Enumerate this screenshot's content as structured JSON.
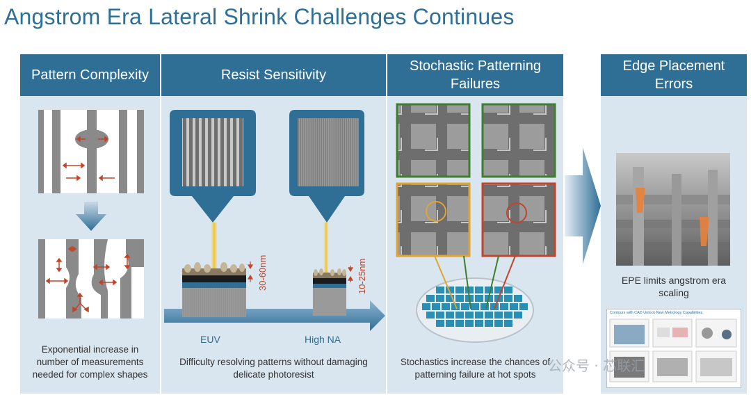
{
  "title": "Angstrom Era Lateral Shrink Challenges Continues",
  "panels": [
    {
      "header": "Pattern Complexity",
      "caption": [
        "Exponential increase in",
        "number of measurements",
        "needed for complex shapes"
      ]
    },
    {
      "header": "Resist Sensitivity",
      "caption": [
        "Difficulty resolving patterns without damaging",
        "delicate photoresist"
      ],
      "labels": {
        "euv": "EUV",
        "high_na": "High NA",
        "dim_euv": "30-60nm",
        "dim_high_na": "10-25nm"
      }
    },
    {
      "header": [
        "Stochastic Patterning",
        "Failures"
      ],
      "caption": [
        "Stochastics increase the chances of",
        "patterning failure at hot spots"
      ]
    },
    {
      "header": [
        "Edge Placement",
        "Errors"
      ],
      "caption": [
        "EPE limits angstrom era",
        "scaling"
      ],
      "thumb_title": "Contours with CAD Unlock New Metrology Capabilities"
    }
  ],
  "watermark": "公众号 · 芯联汇",
  "colors": {
    "header": "#2f6f96",
    "panel": "#d9e5ef",
    "accent_orange": "#c0452a",
    "beam": "#f2c230"
  }
}
